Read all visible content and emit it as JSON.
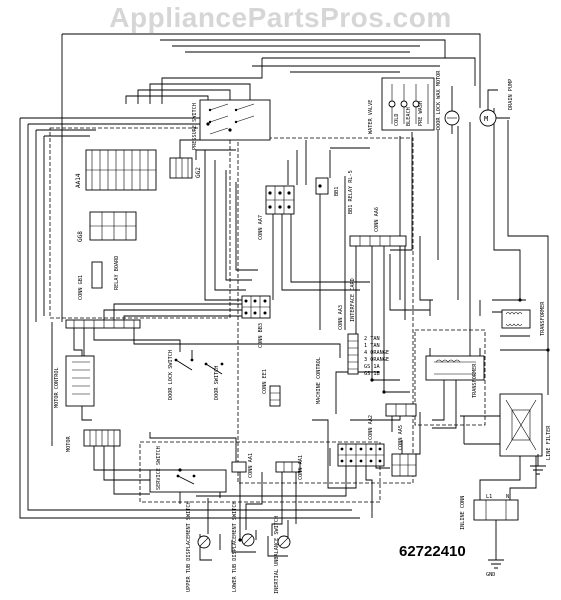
{
  "watermark": "AppliancePartsPros.com",
  "part_number": "62722410",
  "labels": {
    "aa14": "AA14",
    "gg2": "GG2",
    "gg8": "GG8",
    "conn_gb1": "CONN GB1",
    "relay_board": "RELAY BOARD",
    "pressure_switch": "PRESSURE SWITCH",
    "water_valve": "WATER VALVE",
    "cold": "COLD",
    "bleach": "BLEACH",
    "pre_wash": "PRE WASH",
    "door_lock_wax_motor": "DOOR LOCK WAX MOTOR",
    "drain_pump": "DRAIN PUMP",
    "conn_aa7": "CONN AA7",
    "bb1": "BB1",
    "relay_module": "BB1 RELAY RL-5",
    "conn_aa6": "CONN AA6",
    "conn_bb3": "CONN BB3",
    "conn_aa3": "CONN AA3",
    "interface_card": "INTERFACE CARD",
    "transformer": "TRANSFORMER",
    "transformer_2": "TRANSFORMER",
    "line_filter": "LINE FILTER",
    "motor_control": "MOTOR CONTROL",
    "motor": "MOTOR",
    "door_lock_switch": "DOOR LOCK SWITCH",
    "door_switch": "DOOR SWITCH",
    "conn_ee1": "CONN EE1",
    "machine_control": "MACHINE CONTROL",
    "conn_aa2": "CONN AA2",
    "conn_aa5": "CONN AA5",
    "conn_aa1": "CONN AA1",
    "conn_aa1_b": "CONN AA1",
    "service_switch": "SERVICE SWITCH",
    "upper_tub_displacement_switch": "UPPER TUB DISPLACEMENT SWITCH",
    "lower_tub_displacement_switch": "LOWER TUB DISPLACEMENT SWITCH",
    "inertial_unbalance_switch": "INERTIAL UNBALANCE SWITCH",
    "inline_conn": "INLINE CONN",
    "gnd": "GND",
    "line": "L1",
    "neutral": "N",
    "aa3_pins": [
      "2 TAN",
      "1 TAN",
      "4 ORANGE",
      "3 ORANGE",
      "GS 1A",
      "GS 1B"
    ]
  }
}
